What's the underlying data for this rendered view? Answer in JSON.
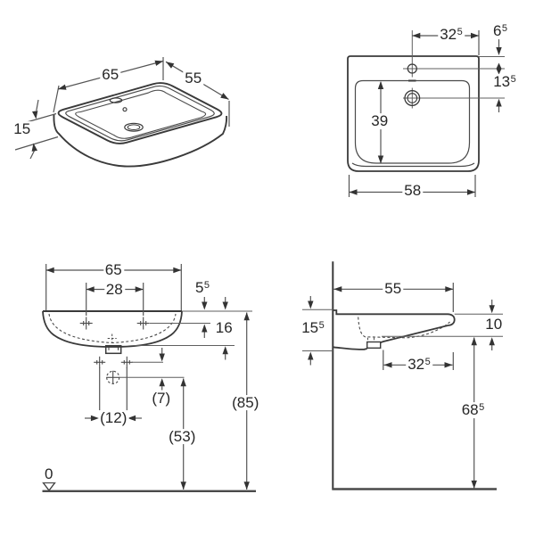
{
  "colors": {
    "outline": "#3a3a3a",
    "dimension_line": "#555555",
    "reference_line": "#5f5f5f",
    "arrow": "#333333",
    "text": "#262626",
    "background": "#ffffff"
  },
  "views": {
    "isometric": {
      "width": {
        "value": "65"
      },
      "depth": {
        "value": "55"
      },
      "height": {
        "value": "15"
      }
    },
    "top": {
      "tap_hole_offset": {
        "value": "32",
        "sup": "5"
      },
      "rim_to_tap_hole": {
        "value": "6",
        "sup": "5"
      },
      "tap_hole_to_bowl": {
        "value": "13",
        "sup": "5"
      },
      "bowl_depth": {
        "value": "39"
      },
      "base_width": {
        "value": "58"
      }
    },
    "front": {
      "overall_width": {
        "value": "65"
      },
      "fixing_hole_spacing": {
        "value": "28"
      },
      "rim_to_fixing_holes": {
        "value": "5",
        "sup": "5"
      },
      "rim_thickness": {
        "value": "16"
      },
      "fixing_to_supply": {
        "value": "(7)"
      },
      "supply_spacing": {
        "value": "(12)"
      },
      "supply_height": {
        "value": "(53)"
      },
      "rim_height": {
        "value": "(85)"
      },
      "datum_level": {
        "value": "0"
      }
    },
    "side": {
      "overall_depth": {
        "value": "55"
      },
      "front_apron_height": {
        "value": "15",
        "sup": "5"
      },
      "rear_edge_thickness": {
        "value": "10"
      },
      "drain_wall_offset": {
        "value": "32",
        "sup": "5"
      },
      "underside_clearance": {
        "value": "68",
        "sup": "5"
      }
    }
  }
}
